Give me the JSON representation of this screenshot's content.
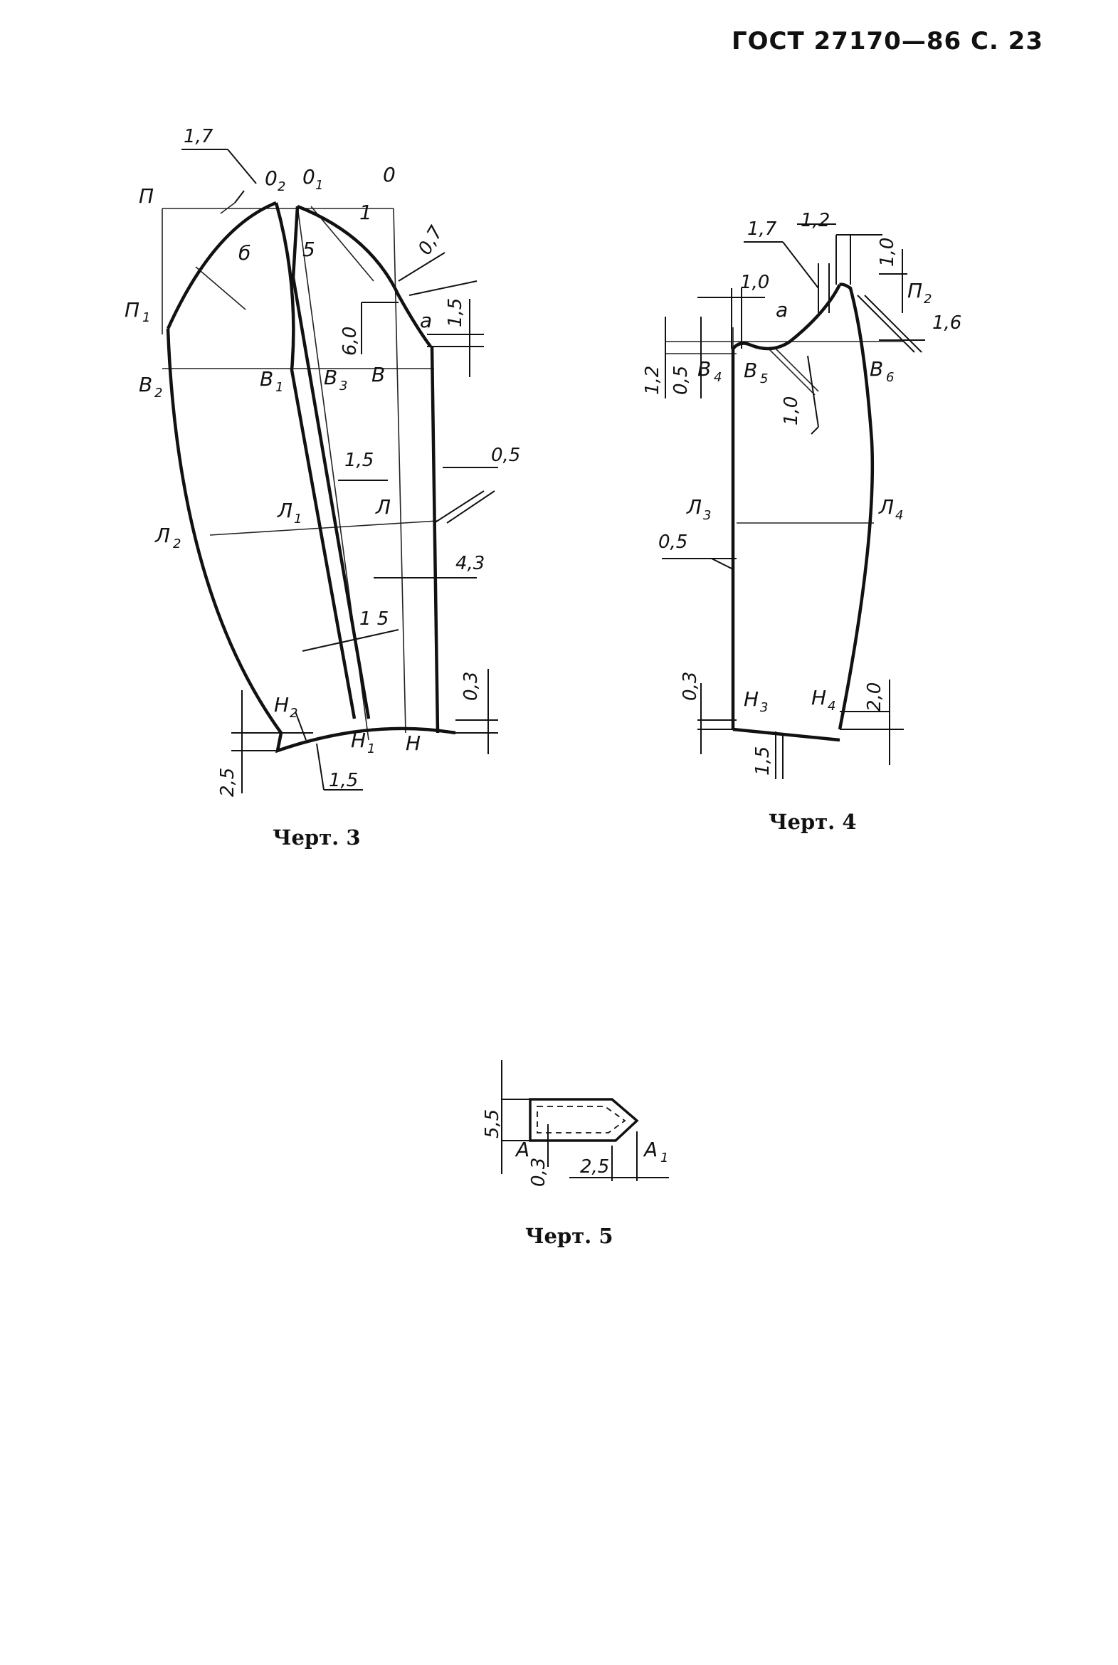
{
  "header": {
    "text": "ГОСТ 27170—86 С. 23"
  },
  "captions": {
    "fig3": "Черт. 3",
    "fig4": "Черт. 4",
    "fig5": "Черт. 5"
  },
  "fig3": {
    "labels": {
      "P": "П",
      "O2": "0",
      "O2_sub": "2",
      "O1": "0",
      "O1_sub": "1",
      "O": "0",
      "P1": "П",
      "P1_sub": "1",
      "B2": "В",
      "B2_sub": "2",
      "B1": "В",
      "B1_sub": "1",
      "B3": "В",
      "B3_sub": "3",
      "B": "В",
      "L1": "Л",
      "L1_sub": "1",
      "L": "Л",
      "L2": "Л",
      "L2_sub": "2",
      "H2": "Н",
      "H2_sub": "2",
      "H1": "Н",
      "H1_sub": "1",
      "H": "Н",
      "b": "б",
      "v": "5",
      "one": "1",
      "a": "а"
    },
    "dims": {
      "d17": "1,7",
      "d07": "0,7",
      "d15a": "1,5",
      "d60": "6,0",
      "d15b": "1,5",
      "d05": "0,5",
      "d43": "4,3",
      "d15c": "1 5",
      "d03": "0,3",
      "d25": "2,5",
      "d15d": "1,5"
    }
  },
  "fig4": {
    "labels": {
      "a": "а",
      "P2": "П",
      "P2_sub": "2",
      "B4": "В",
      "B4_sub": "4",
      "B5": "В",
      "B5_sub": "5",
      "B6": "В",
      "B6_sub": "6",
      "L3": "Л",
      "L3_sub": "3",
      "L4": "Л",
      "L4_sub": "4",
      "H3": "Н",
      "H3_sub": "3",
      "H4": "Н",
      "H4_sub": "4"
    },
    "dims": {
      "d17": "1,7",
      "d12": "1,2",
      "d10top": "1,0",
      "d10left": "1,0",
      "d16": "1,6",
      "d12v": "1,2",
      "d05v": "0,5",
      "d10b5": "1,0",
      "d05l": "0,5",
      "d03": "0,3",
      "d20": "2,0",
      "d15": "1,5"
    }
  },
  "fig5": {
    "labels": {
      "A": "А",
      "A1": "А",
      "A1_sub": "1"
    },
    "dims": {
      "d55": "5,5",
      "d03": "0,3",
      "d25": "2,5"
    }
  }
}
